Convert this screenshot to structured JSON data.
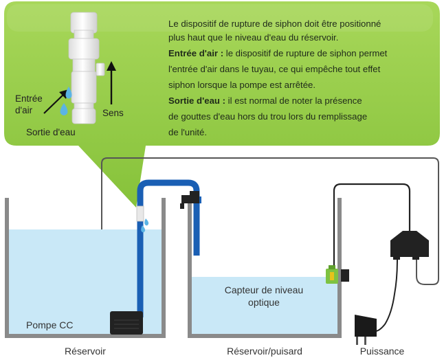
{
  "callout": {
    "intro_line1": "Le dispositif de rupture de siphon doit être positionné",
    "intro_line2": "plus haut que le niveau d'eau du réservoir.",
    "air_title": "Entrée d'air :",
    "air_line1_rest": " le dispositif de rupture de siphon permet",
    "air_line2": "l'entrée d'air dans le tuyau, ce qui empêche tout effet",
    "air_line3": "siphon lorsque la pompe est arrêtée.",
    "water_title": "Sortie d'eau :",
    "water_line1_rest": " il est normal de noter la présence",
    "water_line2": "de gouttes d'eau hors du trou lors du remplissage",
    "water_line3": "de l'unité.",
    "label_air_line1": "Entrée",
    "label_air_line2": "d'air",
    "label_direction": "Sens",
    "label_water_out": "Sortie d'eau"
  },
  "diagram": {
    "pump_label": "Pompe CC",
    "sensor_label_line1": "Capteur de niveau",
    "sensor_label_line2": "optique",
    "tank1_label": "Réservoir",
    "tank2_label": "Réservoir/puisard",
    "power_label": "Puissance"
  },
  "colors": {
    "callout_green": "#8cc63f",
    "callout_green_light": "#b5dd6e",
    "water_blue": "#c9e8f7",
    "tube_blue": "#1a5fb4",
    "tank_gray": "#8a8a8a",
    "cable_dark": "#333333",
    "sensor_green": "#7ec242"
  }
}
